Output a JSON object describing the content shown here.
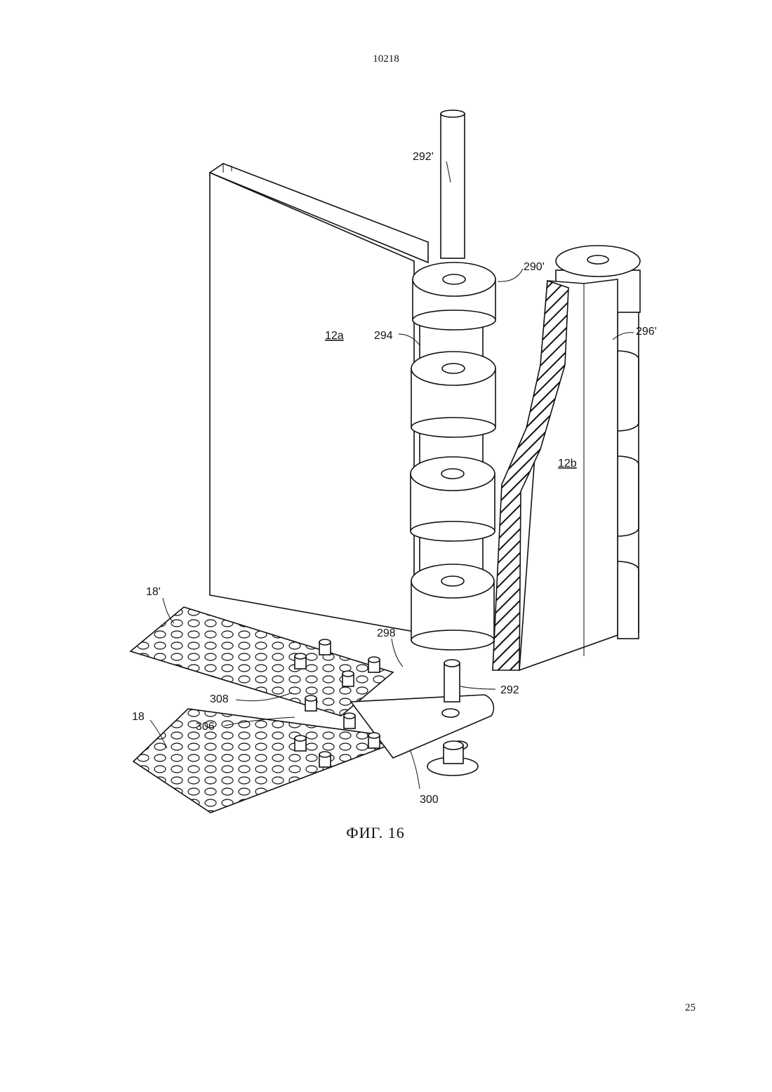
{
  "header": {
    "doc_number": "10218"
  },
  "footer": {
    "page_number": "25"
  },
  "figure": {
    "caption": "ФИГ. 16",
    "labels": {
      "l292p": "292'",
      "l290p": "290'",
      "l12a": "12a",
      "l294": "294",
      "l296p": "296'",
      "l12b": "12b",
      "l18p": "18'",
      "l298": "298",
      "l292": "292",
      "l308": "308",
      "l306": "306",
      "l18": "18",
      "l300": "300"
    }
  }
}
